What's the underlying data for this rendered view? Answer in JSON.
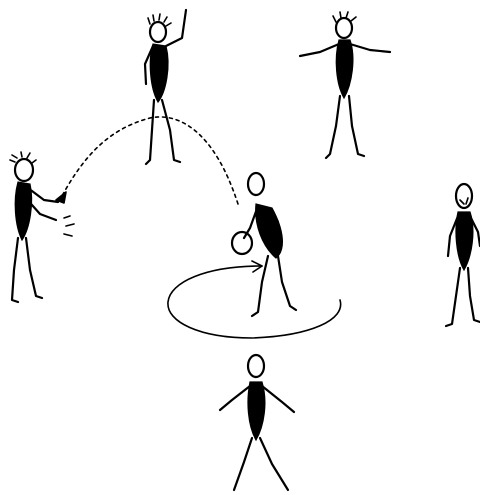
{
  "figure": {
    "kind": "stick-figure illustration",
    "players": [
      "player-top-left-waving",
      "player-top-right-arms-out",
      "player-left-catching",
      "player-center-with-ball",
      "player-right-standing",
      "player-bottom-front"
    ],
    "ink_color": "#000000",
    "background_color": "#ffffff"
  }
}
